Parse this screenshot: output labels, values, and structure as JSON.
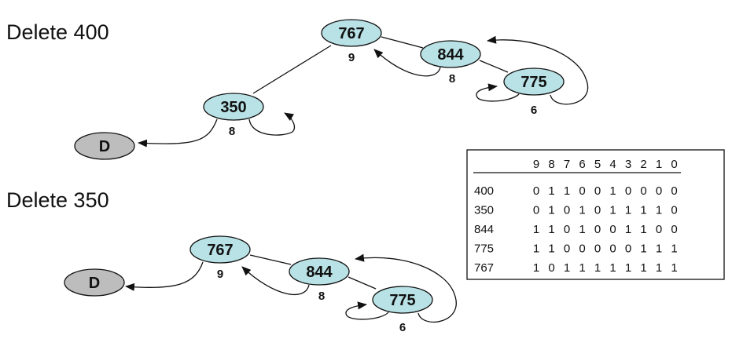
{
  "headings": [
    "Delete 400",
    "Delete 350"
  ],
  "diagram1": {
    "nodes": [
      {
        "id": "n767",
        "key": "767",
        "index": "9"
      },
      {
        "id": "n844",
        "key": "844",
        "index": "8"
      },
      {
        "id": "n775",
        "key": "775",
        "index": "6"
      },
      {
        "id": "n350",
        "key": "350",
        "index": "8"
      },
      {
        "id": "nD",
        "key": "D",
        "index": ""
      }
    ]
  },
  "diagram2": {
    "nodes": [
      {
        "id": "n767",
        "key": "767",
        "index": "9"
      },
      {
        "id": "n844",
        "key": "844",
        "index": "8"
      },
      {
        "id": "n775",
        "key": "775",
        "index": "6"
      },
      {
        "id": "nD",
        "key": "D",
        "index": ""
      }
    ]
  },
  "table": {
    "header": [
      "9",
      "8",
      "7",
      "6",
      "5",
      "4",
      "3",
      "2",
      "1",
      "0"
    ],
    "rows": [
      {
        "key": "400",
        "bits": [
          "0",
          "1",
          "1",
          "0",
          "0",
          "1",
          "0",
          "0",
          "0",
          "0"
        ]
      },
      {
        "key": "350",
        "bits": [
          "0",
          "1",
          "0",
          "1",
          "0",
          "1",
          "1",
          "1",
          "1",
          "0"
        ]
      },
      {
        "key": "844",
        "bits": [
          "1",
          "1",
          "0",
          "1",
          "0",
          "0",
          "1",
          "1",
          "0",
          "0"
        ]
      },
      {
        "key": "775",
        "bits": [
          "1",
          "1",
          "0",
          "0",
          "0",
          "0",
          "0",
          "1",
          "1",
          "1"
        ]
      },
      {
        "key": "767",
        "bits": [
          "1",
          "0",
          "1",
          "1",
          "1",
          "1",
          "1",
          "1",
          "1",
          "1"
        ]
      }
    ]
  },
  "colors": {
    "node_fill": "#b9e2e6",
    "dummy_fill": "#bdbdbd",
    "stroke": "#111111"
  }
}
